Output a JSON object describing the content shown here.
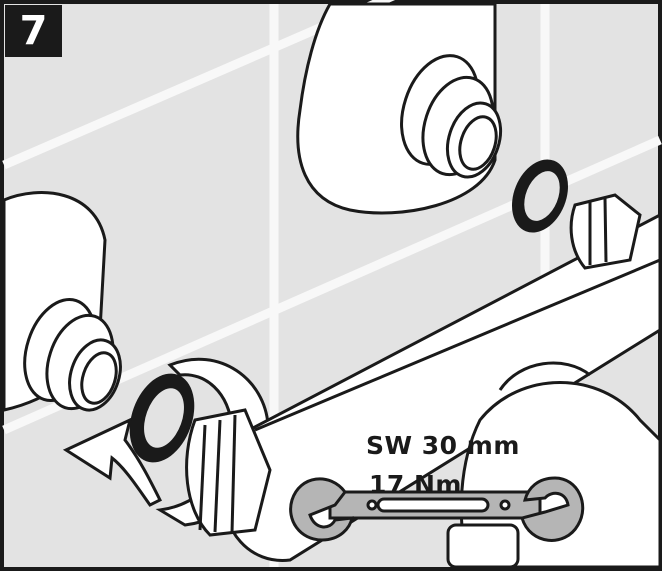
{
  "step": {
    "number": "7"
  },
  "wrench": {
    "size_label": "SW 30 mm",
    "torque_label": "17 Nm"
  },
  "colors": {
    "tile": "#e3e3e3",
    "grout": "#f8f8f8",
    "line": "#1a1a1a",
    "wrench": "#b5b5b5",
    "part": "#ffffff"
  }
}
